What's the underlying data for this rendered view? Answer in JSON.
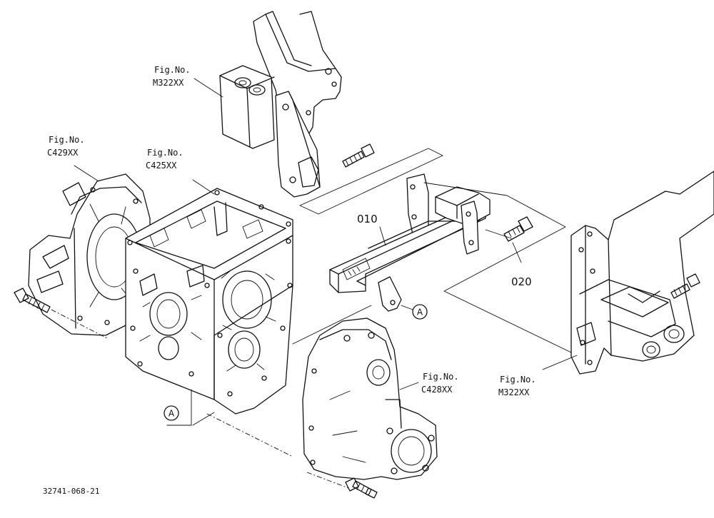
{
  "figure_refs": [
    {
      "id": "m322-top",
      "line1": "Fig.No.",
      "line2": "M322XX"
    },
    {
      "id": "c429",
      "line1": "Fig.No.",
      "line2": "C429XX"
    },
    {
      "id": "c425",
      "line1": "Fig.No.",
      "line2": "C425XX"
    },
    {
      "id": "c428",
      "line1": "Fig.No.",
      "line2": "C428XX"
    },
    {
      "id": "m322-right",
      "line1": "Fig.No.",
      "line2": "M322XX"
    }
  ],
  "parts": [
    {
      "number": "010"
    },
    {
      "number": "020"
    }
  ],
  "callouts": [
    "A",
    "A"
  ],
  "drawing_code": "32741-068-21",
  "colors": {
    "ink": "#111111",
    "paper": "#ffffff"
  }
}
